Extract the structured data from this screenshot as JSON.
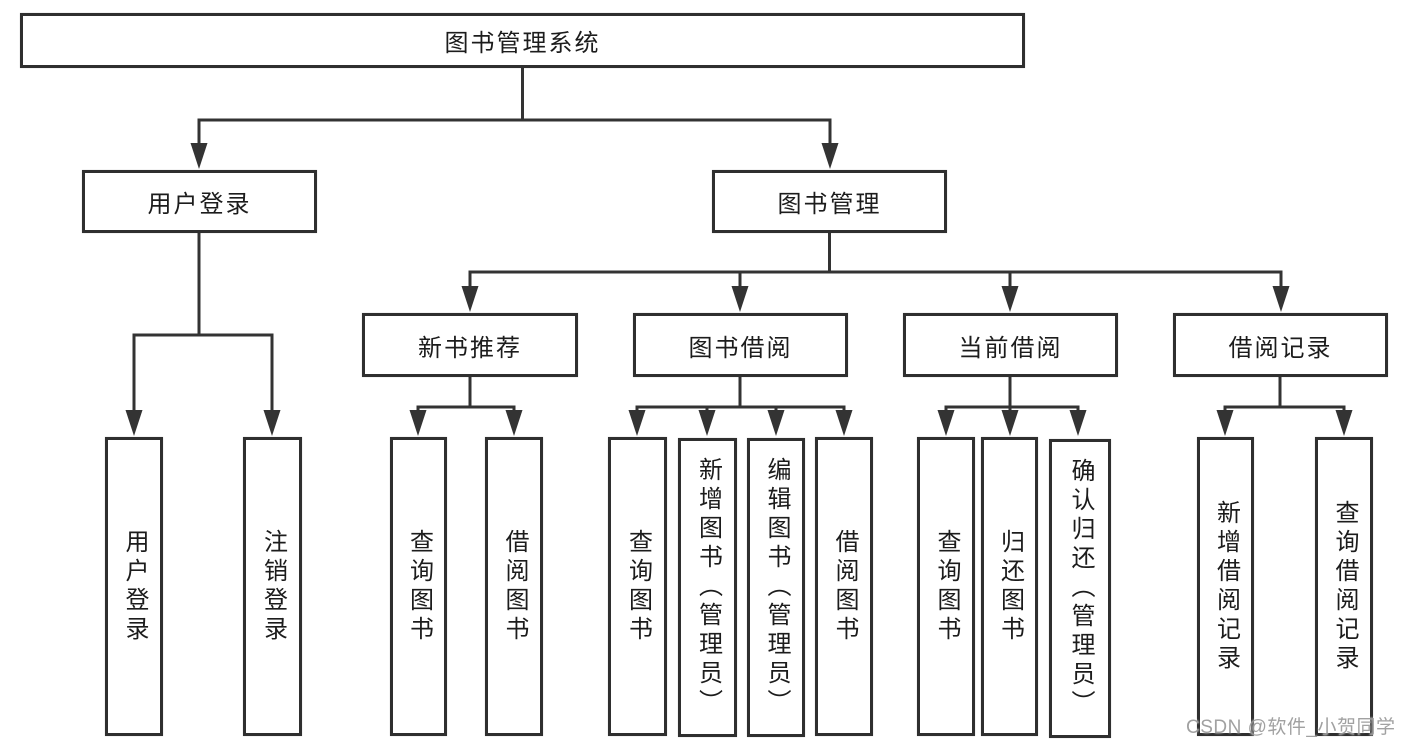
{
  "diagram": {
    "title": "图书管理系统",
    "watermark": "CSDN @软件_小贺同学",
    "colors": {
      "line": "#333333",
      "box_border": "#2f2f2f",
      "box_fill": "#ffffff",
      "text": "#1c1c1c",
      "watermark": "#949494",
      "background": "#ffffff"
    },
    "root": {
      "label": "图书管理系统",
      "children": [
        {
          "label": "用户登录",
          "children": [
            {
              "label": "用户登录"
            },
            {
              "label": "注销登录"
            }
          ]
        },
        {
          "label": "图书管理",
          "children": [
            {
              "label": "新书推荐",
              "children": [
                {
                  "label": "查询图书"
                },
                {
                  "label": "借阅图书"
                }
              ]
            },
            {
              "label": "图书借阅",
              "children": [
                {
                  "label": "查询图书"
                },
                {
                  "label": "新增图书（管理员）"
                },
                {
                  "label": "编辑图书（管理员）"
                },
                {
                  "label": "借阅图书"
                }
              ]
            },
            {
              "label": "当前借阅",
              "children": [
                {
                  "label": "查询图书"
                },
                {
                  "label": "归还图书"
                },
                {
                  "label": "确认归还（管理员）"
                }
              ]
            },
            {
              "label": "借阅记录",
              "children": [
                {
                  "label": "新增借阅记录"
                },
                {
                  "label": "查询借阅记录"
                }
              ]
            }
          ]
        }
      ]
    }
  }
}
